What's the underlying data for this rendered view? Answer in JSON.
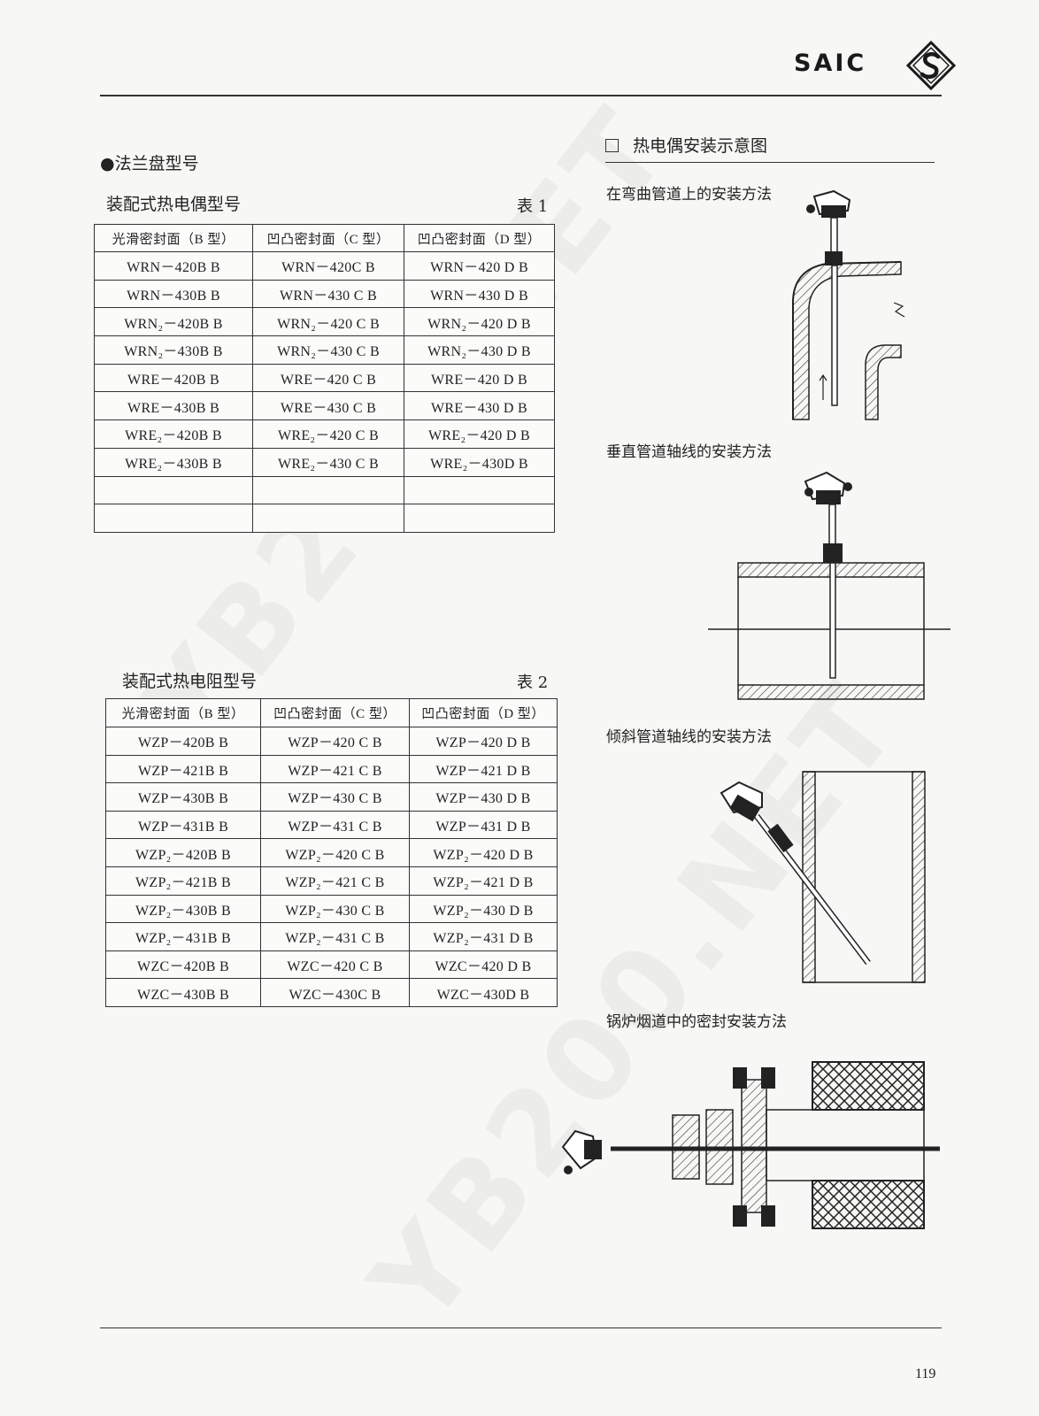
{
  "header": {
    "logo_text": "SAIC",
    "logo_emblem": "saic-s-emblem-icon"
  },
  "left": {
    "section_title": "●法兰盘型号",
    "table1": {
      "caption": "装配式热电偶型号",
      "number": "表 1",
      "headers": [
        "光滑密封面（B 型）",
        "凹凸密封面（C 型）",
        "凹凸密封面（D 型）"
      ],
      "rows": [
        [
          "WRN－420B B",
          "WRN－420C B",
          "WRN－420 D B"
        ],
        [
          "WRN－430B B",
          "WRN－430 C B",
          "WRN－430 D B"
        ],
        [
          "WRN₂－420B B",
          "WRN₂－420 C B",
          "WRN₂－420 D B"
        ],
        [
          "WRN₂－430B B",
          "WRN₂－430 C B",
          "WRN₂－430 D B"
        ],
        [
          "WRE－420B B",
          "WRE－420 C B",
          "WRE－420 D B"
        ],
        [
          "WRE－430B B",
          "WRE－430 C B",
          "WRE－430 D B"
        ],
        [
          "WRE₂－420B B",
          "WRE₂－420 C B",
          "WRE₂－420 D B"
        ],
        [
          "WRE₂－430B B",
          "WRE₂－430 C B",
          "WRE₂－430D B"
        ],
        [
          "",
          "",
          ""
        ],
        [
          "",
          "",
          ""
        ]
      ]
    },
    "table2": {
      "caption": "装配式热电阻型号",
      "number": "表 2",
      "headers": [
        "光滑密封面（B 型）",
        "凹凸密封面（C 型）",
        "凹凸密封面（D 型）"
      ],
      "rows": [
        [
          "WZP－420B B",
          "WZP－420 C B",
          "WZP－420 D B"
        ],
        [
          "WZP－421B B",
          "WZP－421 C B",
          "WZP－421 D B"
        ],
        [
          "WZP－430B B",
          "WZP－430 C B",
          "WZP－430 D B"
        ],
        [
          "WZP－431B B",
          "WZP－431 C B",
          "WZP－431 D B"
        ],
        [
          "WZP₂－420B B",
          "WZP₂－420 C B",
          "WZP₂－420 D B"
        ],
        [
          "WZP₂－421B B",
          "WZP₂－421 C B",
          "WZP₂－421 D B"
        ],
        [
          "WZP₂－430B B",
          "WZP₂－430 C B",
          "WZP₂－430 D B"
        ],
        [
          "WZP₂－431B B",
          "WZP₂－431 C B",
          "WZP₂－431 D B"
        ],
        [
          "WZC－420B B",
          "WZC－420 C B",
          "WZC－420 D B"
        ],
        [
          "WZC－430B B",
          "WZC－430C B",
          "WZC－430D B"
        ]
      ]
    }
  },
  "right": {
    "section_title": "热电偶安装示意图",
    "figures": [
      {
        "caption": "在弯曲管道上的安装方法"
      },
      {
        "caption": "垂直管道轴线的安装方法"
      },
      {
        "caption": "倾斜管道轴线的安装方法"
      },
      {
        "caption": "锅炉烟道中的密封安装方法"
      }
    ]
  },
  "watermark": "YB200.NET",
  "footer": {
    "page_number": "119"
  }
}
